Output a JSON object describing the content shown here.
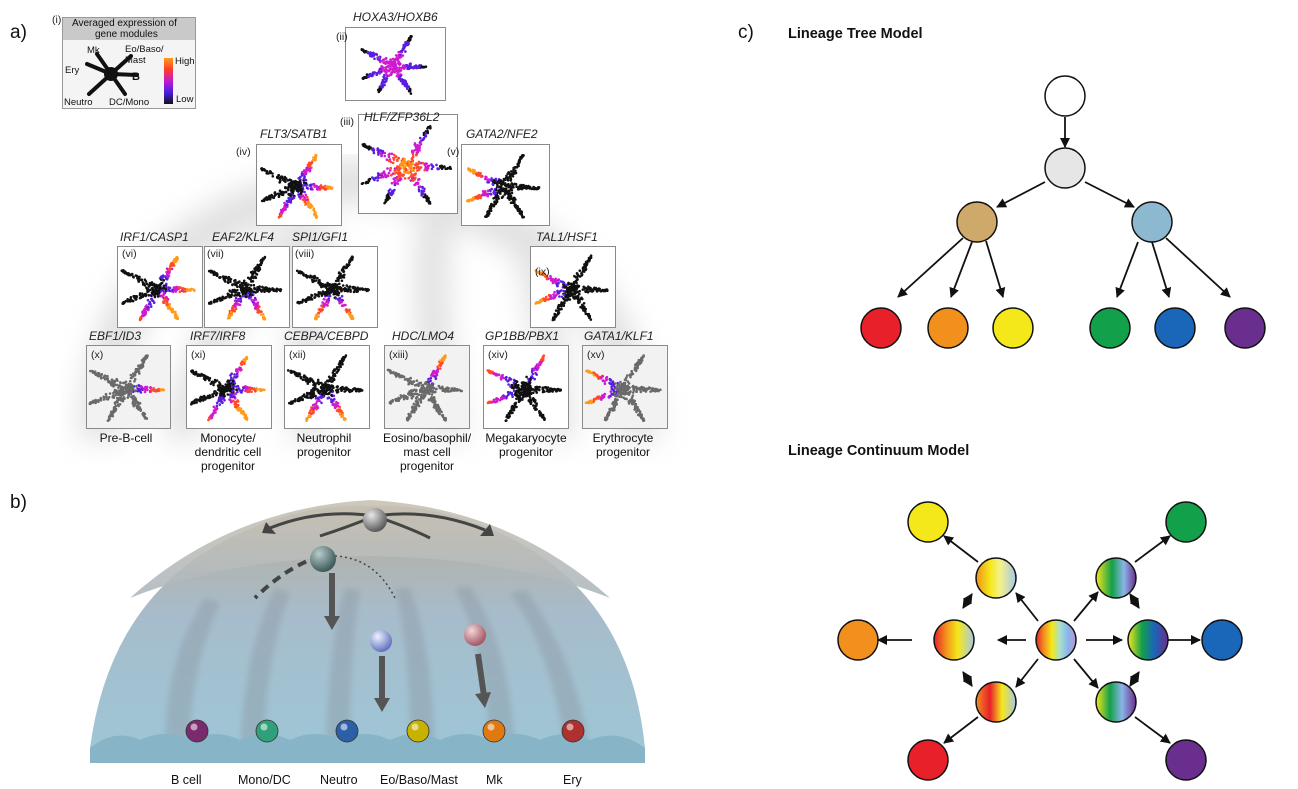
{
  "panel_a": {
    "label": "a)",
    "legend": {
      "roman": "(i)",
      "title_line1": "Averaged expression of",
      "title_line2": "gene modules",
      "lineages": {
        "mk": "Mk",
        "eo": "Eo/Baso/",
        "mast": "Mast",
        "ery": "Ery",
        "b": "B",
        "neutro": "Neutro",
        "dc": "DC/Mono"
      },
      "high": "High",
      "low": "Low"
    },
    "plots": [
      {
        "roman": "(ii)",
        "gene": "HOXA3/HOXB6",
        "scheme": "center"
      },
      {
        "roman": "(iii)",
        "gene": "HLF/ZFP36L2",
        "scheme": "center-hot"
      },
      {
        "roman": "(iv)",
        "gene": "FLT3/SATB1",
        "scheme": "right"
      },
      {
        "roman": "(v)",
        "gene": "GATA2/NFE2",
        "scheme": "left"
      },
      {
        "roman": "(vi)",
        "gene": "IRF1/CASP1",
        "scheme": "right"
      },
      {
        "roman": "(vii)",
        "gene": "EAF2/KLF4",
        "scheme": "bottom"
      },
      {
        "roman": "(viii)",
        "gene": "SPI1/GFI1",
        "scheme": "bottom"
      },
      {
        "roman": "(ix)",
        "gene": "TAL1/HSF1",
        "scheme": "left"
      },
      {
        "roman": "(x)",
        "gene": "EBF1/ID3",
        "scheme": "right-faint"
      },
      {
        "roman": "(xi)",
        "gene": "IRF7/IRF8",
        "scheme": "right"
      },
      {
        "roman": "(xii)",
        "gene": "CEBPA/CEBPD",
        "scheme": "bottom"
      },
      {
        "roman": "(xiii)",
        "gene": "HDC/LMO4",
        "scheme": "top-faint"
      },
      {
        "roman": "(xiv)",
        "gene": "GP1BB/PBX1",
        "scheme": "topleft"
      },
      {
        "roman": "(xv)",
        "gene": "GATA1/KLF1",
        "scheme": "left-faint"
      }
    ],
    "progenitors": [
      [
        "Pre-B-cell"
      ],
      [
        "Monocyte/",
        "dendritic cell",
        "progenitor"
      ],
      [
        "Neutrophil",
        "progenitor"
      ],
      [
        "Eosino/basophil/",
        "mast cell",
        "progenitor"
      ],
      [
        "Megakaryocyte",
        "progenitor"
      ],
      [
        "Erythrocyte",
        "progenitor"
      ]
    ]
  },
  "panel_b": {
    "label": "b)",
    "fates": [
      {
        "label": "B cell",
        "color": "#7a2a6e"
      },
      {
        "label": "Mono/DC",
        "color": "#2fa07a"
      },
      {
        "label": "Neutro",
        "color": "#2d5fa8"
      },
      {
        "label": "Eo/Baso/Mast",
        "color": "#c7b200"
      },
      {
        "label": "Mk",
        "color": "#e07a10"
      },
      {
        "label": "Ery",
        "color": "#b03030"
      }
    ]
  },
  "panel_c": {
    "label": "c)",
    "tree_title": "Lineage Tree Model",
    "continuum_title": "Lineage Continuum Model",
    "colors": {
      "root": "#ffffff",
      "mpp": "#e6e6e6",
      "left_branch": "#cfa96a",
      "right_branch": "#8cb9cf",
      "red": "#e8202a",
      "orange": "#f2901e",
      "yellow": "#f4e81a",
      "green": "#13a04a",
      "blue": "#1a66b8",
      "purple": "#6a2f8e"
    }
  }
}
